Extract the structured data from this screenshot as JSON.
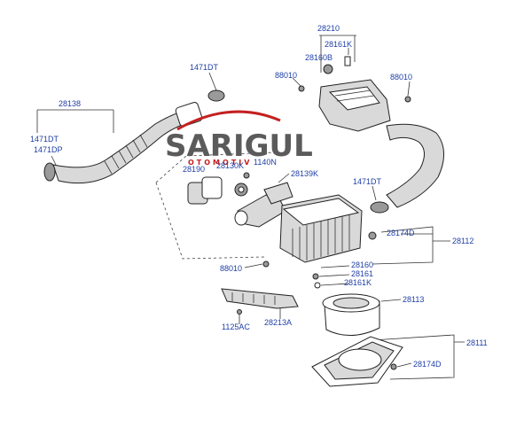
{
  "logo": {
    "name": "SARIGUL",
    "tagline": "OTOMOTIV"
  },
  "labels": {
    "l28210": "28210",
    "l28161K_top": "28161K",
    "l28160B": "28160B",
    "l88010_tl": "88010",
    "l88010_tr": "88010",
    "l1471DT_top": "1471DT",
    "l28138": "28138",
    "l1471DT_left": "1471DT",
    "l1471DP": "1471DP",
    "l28190": "28190",
    "l28130K": "28130K",
    "l1140N": "1140N",
    "l28139K": "28139K",
    "l1471DT_right": "1471DT",
    "l28174D_top": "28174D",
    "l28112": "28112",
    "l88010_mid": "88010",
    "l28160": "28160",
    "l28161": "28161",
    "l28161K_bot": "28161K",
    "l28113": "28113",
    "l1125AC": "1125AC",
    "l28213A": "28213A",
    "l28111": "28111",
    "l28174D_bot": "28174D"
  },
  "colors": {
    "label": "#1f3fa6",
    "logo_red": "#c42020",
    "logo_gray": "#5b5b5b"
  }
}
